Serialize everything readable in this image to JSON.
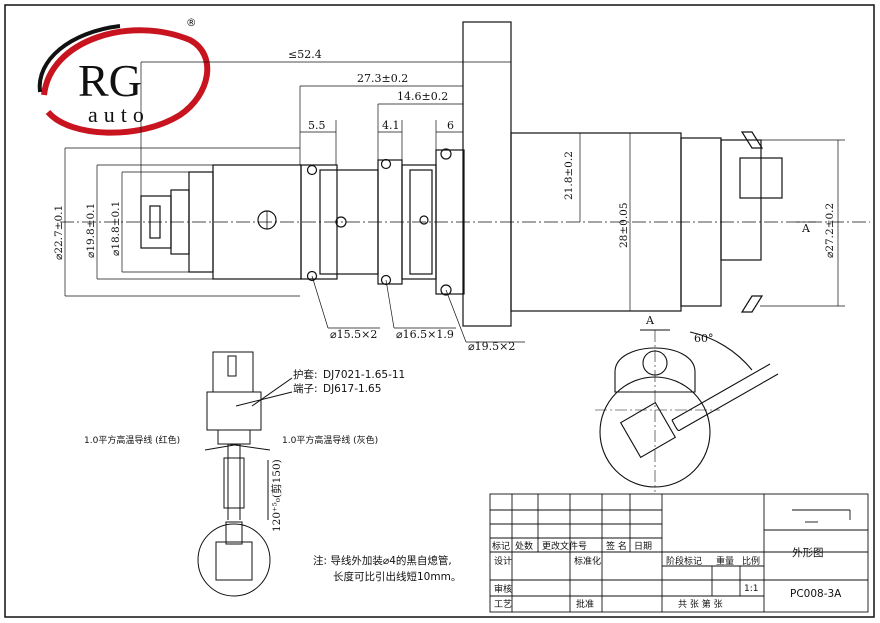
{
  "logo": {
    "letters": "RG",
    "subtitle": "auto",
    "registered": "®"
  },
  "dimensions": {
    "overall_length": "≤52.4",
    "len_27": "27.3±0.2",
    "len_14": "14.6±0.2",
    "gap_5_5": "5.5",
    "gap_4_1": "4.1",
    "gap_6": "6",
    "dia_22_7": "⌀22.7±0.1",
    "dia_19_8": "⌀19.8±0.1",
    "dia_18_8": "⌀18.8±0.1",
    "dia_21_8": "21.8±0.2",
    "dia_28": "28±0.05",
    "dia_27_2": "⌀27.2±0.2",
    "oring_15": "⌀15.5×2",
    "oring_16": "⌀16.5×1.9",
    "oring_19": "⌀19.5×2",
    "view_a": "A",
    "view_a_top": "A",
    "angle": "60°",
    "wire_length": "120⁺⁵₀(剪150)"
  },
  "connector": {
    "sheath_label": "护套:",
    "sheath_value": "DJ7021-1.65-11",
    "terminal_label": "端子:",
    "terminal_value": "DJ617-1.65",
    "wire_red": "1.0平方高温导线 (红色)",
    "wire_gray": "1.0平方高温导线 (灰色)"
  },
  "note": {
    "line1": "注:  导线外加装⌀4的黑自熄管,",
    "line2": "长度可比引出线短10mm。"
  },
  "title_block": {
    "mark": "标记",
    "count": "处数",
    "change_doc": "更改文件号",
    "sign": "签 名",
    "date": "日期",
    "design": "设计",
    "standardize": "标准化",
    "review": "审核",
    "process": "工艺",
    "approve": "批准",
    "stage_mark": "阶段标记",
    "weight": "重量",
    "scale": "比例",
    "scale_value": "1:1",
    "sheets": "共  张 第  张",
    "drawing_title": "外形图",
    "drawing_no": "PC008-3A"
  }
}
